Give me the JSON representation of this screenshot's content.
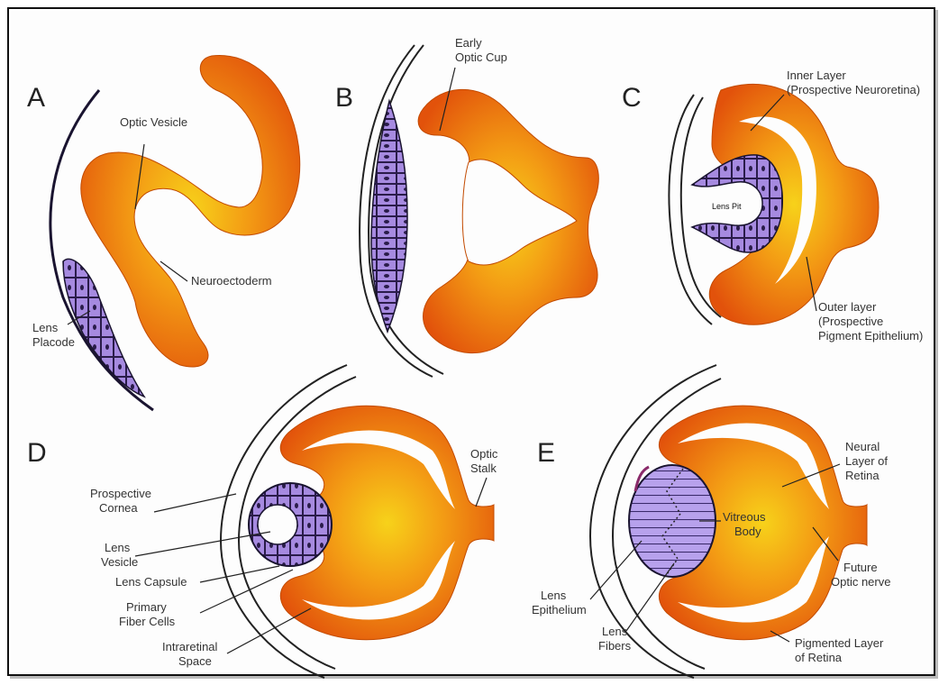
{
  "panels": {
    "a": {
      "letter": "A",
      "optic_vesicle": "Optic Vesicle",
      "neuroectoderm": "Neuroectoderm",
      "lens_placode_1": "Lens",
      "lens_placode_2": "Placode"
    },
    "b": {
      "letter": "B",
      "early_optic_cup_1": "Early",
      "early_optic_cup_2": "Optic Cup"
    },
    "c": {
      "letter": "C",
      "inner_layer_1": "Inner Layer",
      "inner_layer_2": "(Prospective Neuroretina)",
      "lens_pit": "Lens Pit",
      "outer_layer_1": "Outer layer",
      "outer_layer_2": "(Prospective",
      "outer_layer_3": "Pigment Epithelium)"
    },
    "d": {
      "letter": "D",
      "optic_stalk_1": "Optic",
      "optic_stalk_2": "Stalk",
      "prospective_cornea_1": "Prospective",
      "prospective_cornea_2": "Cornea",
      "lens_vesicle_1": "Lens",
      "lens_vesicle_2": "Vesicle",
      "lens_capsule": "Lens Capsule",
      "primary_fiber_1": "Primary",
      "primary_fiber_2": "Fiber Cells",
      "intraretinal_1": "Intraretinal",
      "intraretinal_2": "Space"
    },
    "e": {
      "letter": "E",
      "neural_layer_1": "Neural",
      "neural_layer_2": "Layer of",
      "neural_layer_3": "Retina",
      "vitreous_1": "Vitreous",
      "vitreous_2": "Body",
      "future_nerve_1": "Future",
      "future_nerve_2": "Optic nerve",
      "lens_epithelium_1": "Lens",
      "lens_epithelium_2": "Epithelium",
      "lens_fibers_1": "Lens",
      "lens_fibers_2": "Fibers",
      "pigmented_1": "Pigmented Layer",
      "pigmented_2": "of Retina"
    }
  },
  "colors": {
    "tissue_outer": "#e85a0c",
    "tissue_inner": "#f7d21a",
    "lens_cells": "#a68ae0",
    "border": "#111111"
  }
}
